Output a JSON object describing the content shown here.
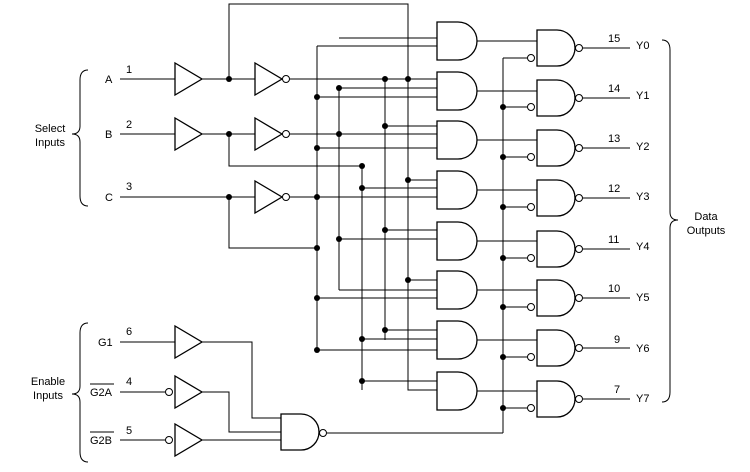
{
  "group_labels": {
    "select_line1": "Select",
    "select_line2": "Inputs",
    "enable_line1": "Enable",
    "enable_line2": "Inputs",
    "data_line1": "Data",
    "data_line2": "Outputs"
  },
  "inputs": [
    {
      "name": "A",
      "pin": "1"
    },
    {
      "name": "B",
      "pin": "2"
    },
    {
      "name": "C",
      "pin": "3"
    },
    {
      "name": "G1",
      "pin": "6"
    },
    {
      "name": "G2A",
      "pin": "4"
    },
    {
      "name": "G2B",
      "pin": "5"
    }
  ],
  "outputs": [
    {
      "name": "Y0",
      "pin": "15"
    },
    {
      "name": "Y1",
      "pin": "14"
    },
    {
      "name": "Y2",
      "pin": "13"
    },
    {
      "name": "Y3",
      "pin": "12"
    },
    {
      "name": "Y4",
      "pin": "11"
    },
    {
      "name": "Y5",
      "pin": "10"
    },
    {
      "name": "Y6",
      "pin": "9"
    },
    {
      "name": "Y7",
      "pin": "7"
    }
  ],
  "colors": {
    "ink": "#000000",
    "background": "#ffffff"
  }
}
